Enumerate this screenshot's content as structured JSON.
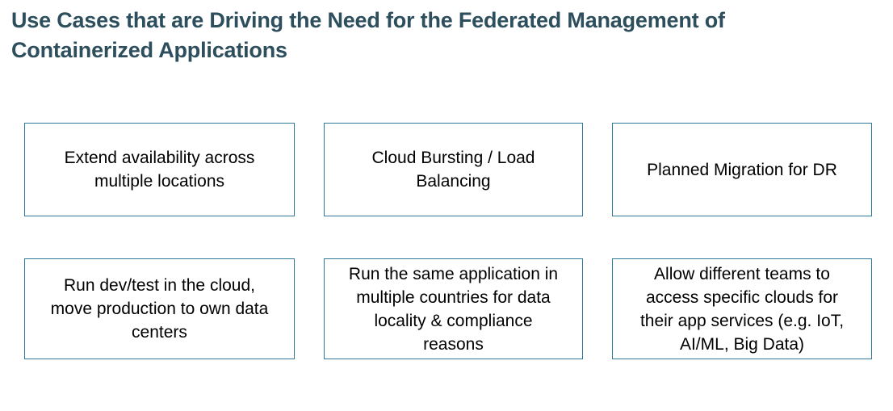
{
  "colors": {
    "title_color": "#2d4e5c",
    "box_border_color": "#2f7a9a",
    "box_text_color": "#000000"
  },
  "slide": {
    "title": "Use Cases that are Driving the Need for the Federated Management of\nContainerized Applications",
    "use_cases": [
      {
        "text": "Extend availability across\nmultiple locations"
      },
      {
        "text": "Cloud Bursting / Load\nBalancing"
      },
      {
        "text": "Planned Migration for DR"
      },
      {
        "text": "Run dev/test in the cloud,\nmove production to own data\ncenters"
      },
      {
        "text": "Run the same application in\nmultiple countries for data\nlocality & compliance\nreasons"
      },
      {
        "text": "Allow different teams to\naccess specific clouds for\ntheir app services (e.g. IoT,\nAI/ML, Big Data)"
      }
    ]
  }
}
